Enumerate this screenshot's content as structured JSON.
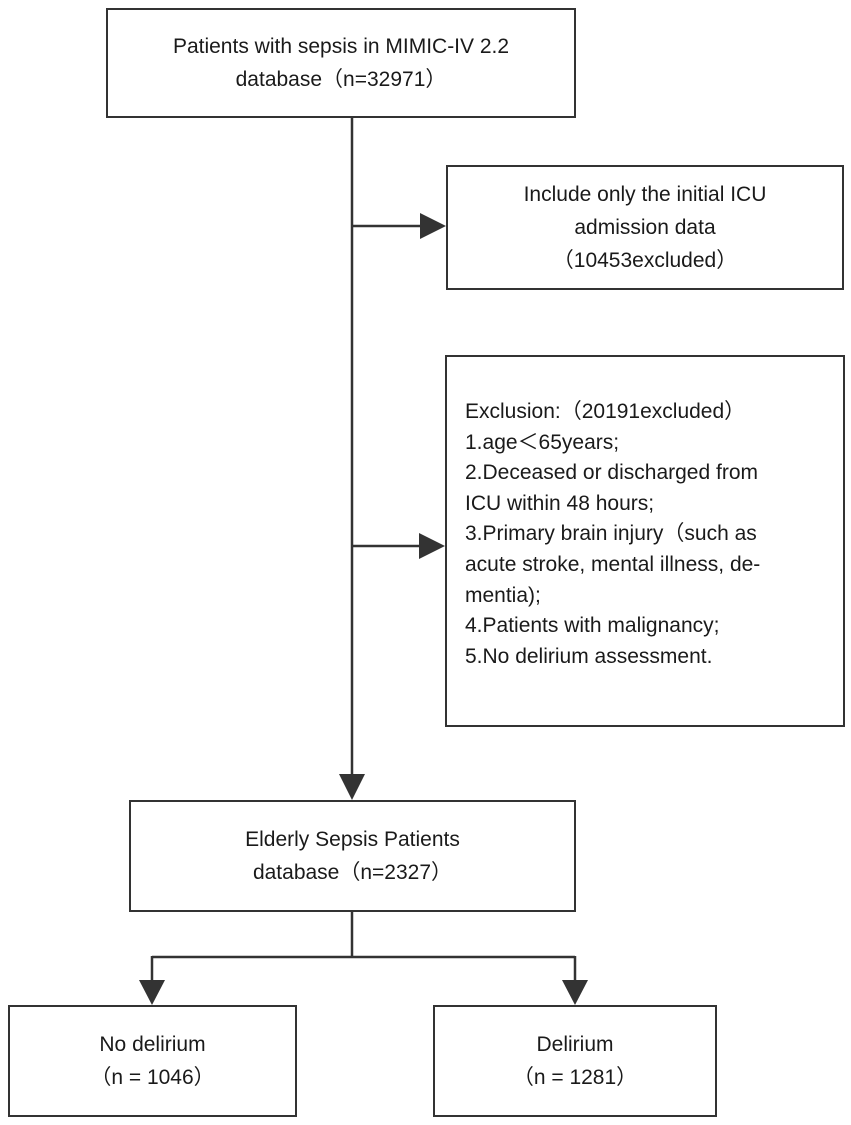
{
  "flowchart": {
    "start": {
      "lines": [
        "Patients with sepsis in MIMIC-IV 2.2",
        "database（n=32971）"
      ]
    },
    "include": {
      "lines": [
        "Include only the initial ICU",
        "admission data",
        "（10453excluded）"
      ]
    },
    "exclusion": {
      "lines": [
        "Exclusion:（20191excluded）",
        "1.age＜65years;",
        "2.Deceased or discharged from",
        "ICU within 48 hours;",
        "3.Primary brain injury（such as",
        "acute stroke, mental illness, de-",
        "mentia);",
        "4.Patients with malignancy;",
        "5.No delirium assessment."
      ]
    },
    "elderly": {
      "lines": [
        "Elderly Sepsis Patients",
        "database（n=2327）"
      ]
    },
    "no_delirium": {
      "lines": [
        "No delirium",
        "（n = 1046）"
      ]
    },
    "delirium": {
      "lines": [
        "Delirium",
        "（n = 1281）"
      ]
    }
  }
}
